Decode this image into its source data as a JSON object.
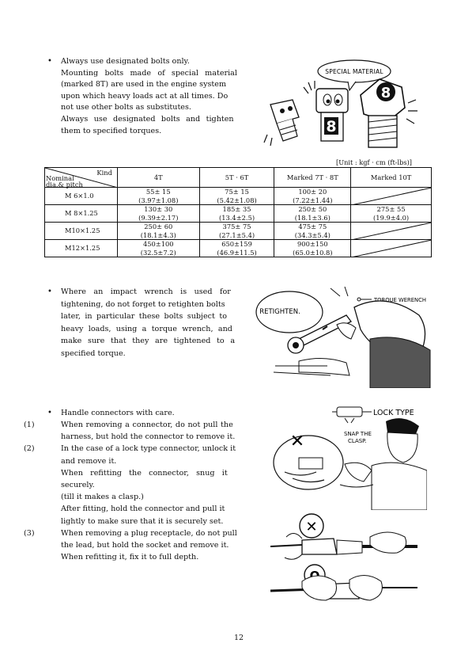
{
  "section1": {
    "bullet": "•",
    "lines": [
      "Always use designated bolts only.",
      "Mounting bolts made of special material",
      "(marked 8T) are used in the engine system",
      "upon which heavy loads act at all times. Do",
      "not use other bolts as substitutes.",
      "Always use designated bolts and tighten",
      "them to specified torques."
    ],
    "illustration_caption": "SPECIAL MATERIAL",
    "illustration_mark": "8"
  },
  "unit": "[Unit : kgf · cm (ft-lbs)]",
  "table": {
    "corner_top": "Kind",
    "corner_bottom_1": "Nominal",
    "corner_bottom_2": "dia.& pitch",
    "columns": [
      "4T",
      "5T · 6T",
      "Marked 7T · 8T",
      "Marked 10T"
    ],
    "rows": [
      {
        "label": "M 6×1.0",
        "c1a": "55± 15",
        "c1b": "(3.97±1.08)",
        "c2a": "75± 15",
        "c2b": "(5.42±1.08)",
        "c3a": "100± 20",
        "c3b": "(7.22±1.44)",
        "c4a": "",
        "c4b": ""
      },
      {
        "label": "M 8×1.25",
        "c1a": "130± 30",
        "c1b": "(9.39±2.17)",
        "c2a": "185± 35",
        "c2b": "(13.4±2.5)",
        "c3a": "250± 50",
        "c3b": "(18.1±3.6)",
        "c4a": "275± 55",
        "c4b": "(19.9±4.0)"
      },
      {
        "label": "M10×1.25",
        "c1a": "250± 60",
        "c1b": "(18.1±4.3)",
        "c2a": "375± 75",
        "c2b": "(27.1±5.4)",
        "c3a": "475± 75",
        "c3b": "(34.3±5.4)",
        "c4a": "",
        "c4b": ""
      },
      {
        "label": "M12×1.25",
        "c1a": "450±100",
        "c1b": "(32.5±7.2)",
        "c2a": "650±159",
        "c2b": "(46.9±11.5)",
        "c3a": "900±150",
        "c3b": "(65.0±10.8)",
        "c4a": "",
        "c4b": ""
      }
    ]
  },
  "section2": {
    "bullet": "•",
    "lines": [
      "Where an impact wrench is used for",
      "tightening, do not forget to retighten bolts",
      "later, in particular these bolts subject to",
      "heavy loads, using a torque wrench, and",
      "make sure that they are tightened to a",
      "specified torque."
    ],
    "caption_retighten": "RETIGHTEN.",
    "caption_wrench": "TORQUE WERENCH"
  },
  "section3": {
    "bullet": "•",
    "heading": "Handle connectors with care.",
    "items": [
      {
        "num": "(1)",
        "lines": [
          "When removing a connector, do not pull the",
          "harness, but hold the connector to remove it."
        ]
      },
      {
        "num": "(2)",
        "lines": [
          "In the case of a lock type connector, unlock it",
          "and remove it.",
          "When refitting the connector, snug it",
          "securely.",
          "(till it makes a clasp.)",
          "After fitting, hold the connector and pull it",
          "lightly to make sure that it is securely set."
        ]
      },
      {
        "num": "(3)",
        "lines": [
          "When removing a plug receptacle, do not pull",
          "the lead, but hold the socket and remove it.",
          "When refitting it, fix it to full depth."
        ]
      }
    ],
    "caption_lock": "LOCK TYPE",
    "caption_snap_1": "SNAP THE",
    "caption_snap_2": "CLASP.",
    "mark_x": "✕",
    "mark_o": "O"
  },
  "page_number": "12"
}
